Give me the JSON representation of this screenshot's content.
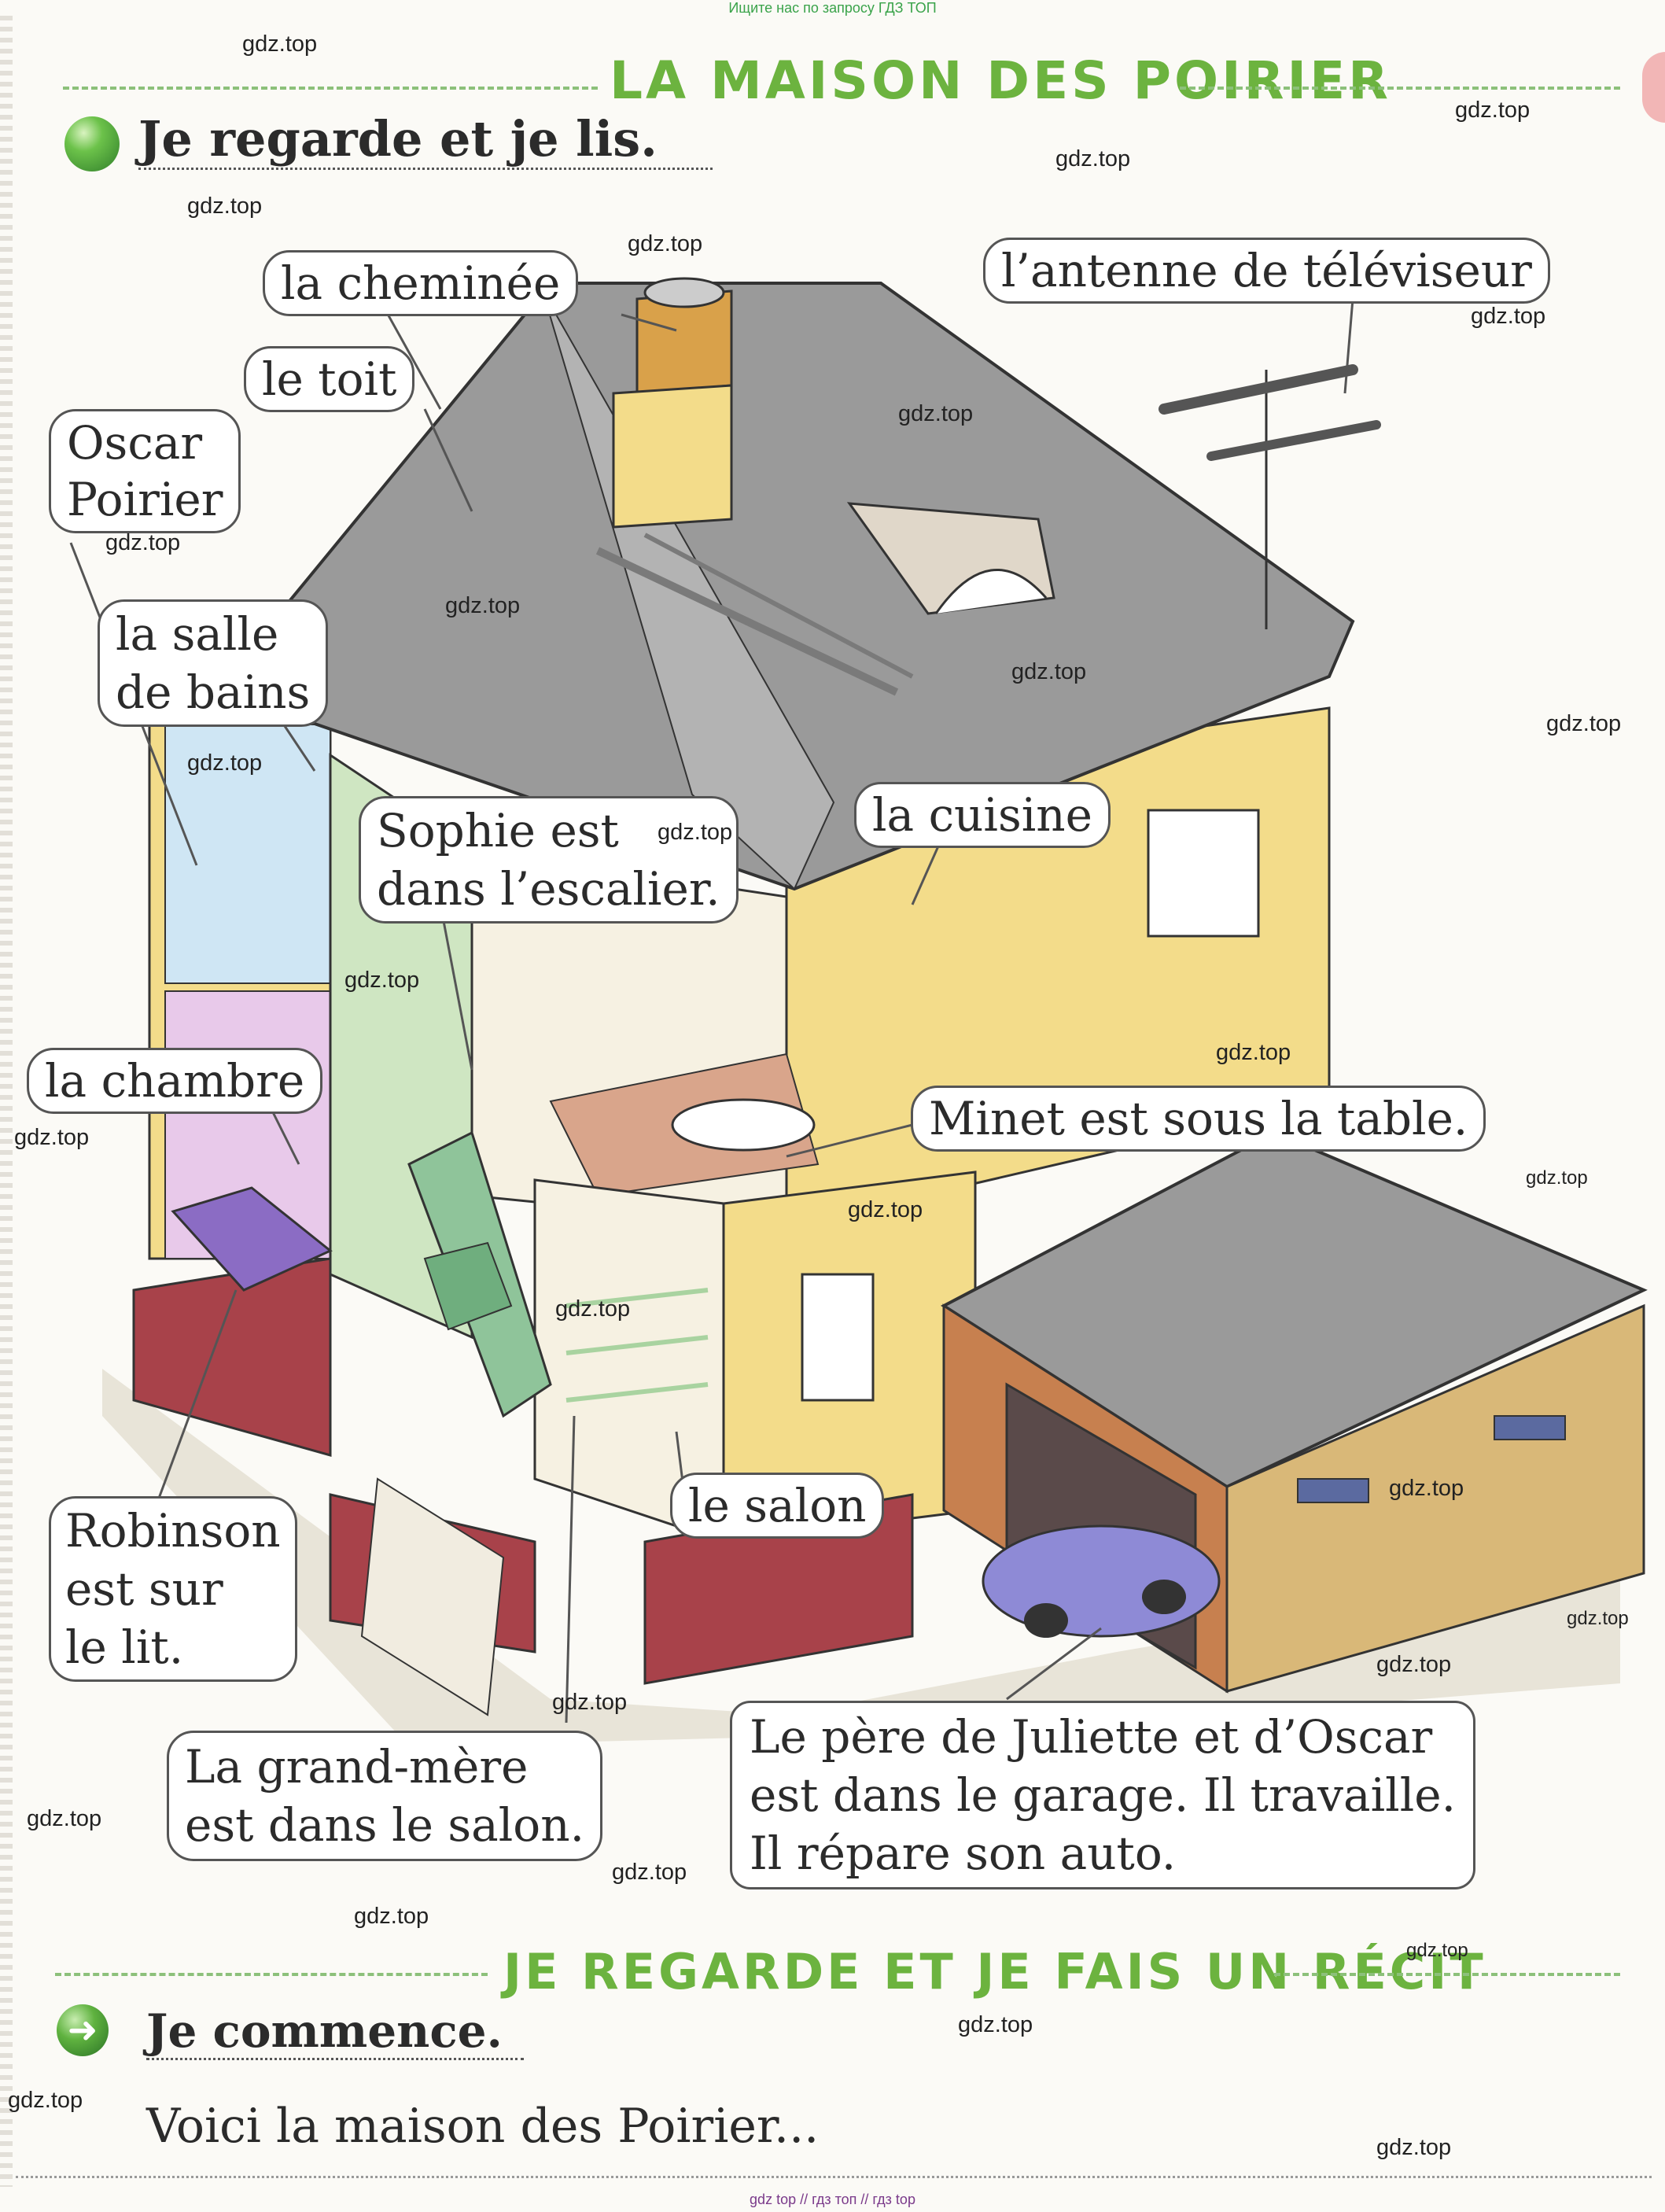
{
  "top_link": "Ищите нас по запросу ГДЗ ТОП",
  "bottom_link": "gdz top  //  гдз топ  //  гдз top",
  "title": "LA MAISON DES POIRIER",
  "heading1": "Je regarde et je lis.",
  "labels": {
    "cheminee": "la cheminée",
    "antenne": "l’antenne de téléviseur",
    "toit": "le toit",
    "oscar_line1": "Oscar",
    "oscar_line2": "Poirier",
    "salle_line1": "la salle",
    "salle_line2": "de bains",
    "sophie_line1": "Sophie est",
    "sophie_line2": "dans l’escalier.",
    "cuisine": "la cuisine",
    "chambre": "la chambre",
    "minet": "Minet est sous la table.",
    "robinson_line1": "Robinson",
    "robinson_line2": "est sur",
    "robinson_line3": "le lit.",
    "salon": "le salon",
    "grandmere_line1": "La grand-mère",
    "grandmere_line2": "est dans le salon.",
    "pere_line1": "Le père de Juliette et d’Oscar",
    "pere_line2": "est dans le garage. Il travaille.",
    "pere_line3": "Il répare son auto."
  },
  "section2_title": "JE REGARDE ET JE FAIS UN RÉCIT",
  "heading2": "Je commence.",
  "body_text": "Voici la maison des Poirier...",
  "watermark": "gdz.top",
  "colors": {
    "accent_green": "#6cb33f",
    "roof_grey": "#9a9a9a",
    "wall_yellow": "#f3dc8a",
    "brick_red": "#a8424a"
  }
}
